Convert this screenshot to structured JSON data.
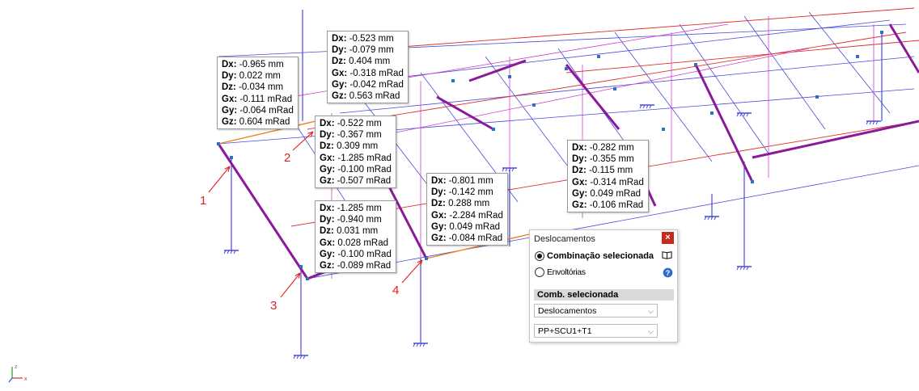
{
  "tooltips": [
    {
      "id": "t1",
      "rows": [
        [
          "Dx:",
          "-0.965 mm"
        ],
        [
          "Dy:",
          "0.022 mm"
        ],
        [
          "Dz:",
          "-0.034 mm"
        ],
        [
          "Gx:",
          "-0.111 mRad"
        ],
        [
          "Gy:",
          "-0.064 mRad"
        ],
        [
          "Gz:",
          "0.604 mRad"
        ]
      ]
    },
    {
      "id": "t2",
      "rows": [
        [
          "Dx:",
          "-0.523 mm"
        ],
        [
          "Dy:",
          "-0.079 mm"
        ],
        [
          "Dz:",
          "0.404 mm"
        ],
        [
          "Gx:",
          "-0.318 mRad"
        ],
        [
          "Gy:",
          "-0.042 mRad"
        ],
        [
          "Gz:",
          "0.563 mRad"
        ]
      ]
    },
    {
      "id": "t3",
      "rows": [
        [
          "Dx:",
          "-0.522 mm"
        ],
        [
          "Dy:",
          "-0.367 mm"
        ],
        [
          "Dz:",
          "0.309 mm"
        ],
        [
          "Gx:",
          "-1.285 mRad"
        ],
        [
          "Gy:",
          "-0.100 mRad"
        ],
        [
          "Gz:",
          "-0.507 mRad"
        ]
      ]
    },
    {
      "id": "t4",
      "rows": [
        [
          "Dx:",
          "-1.285 mm"
        ],
        [
          "Dy:",
          "-0.940 mm"
        ],
        [
          "Dz:",
          "0.031 mm"
        ],
        [
          "Gx:",
          "0.028 mRad"
        ],
        [
          "Gy:",
          "-0.100 mRad"
        ],
        [
          "Gz:",
          "-0.089 mRad"
        ]
      ]
    },
    {
      "id": "t5",
      "rows": [
        [
          "Dx:",
          "-0.801 mm"
        ],
        [
          "Dy:",
          "-0.142 mm"
        ],
        [
          "Dz:",
          "0.288 mm"
        ],
        [
          "Gx:",
          "-2.284 mRad"
        ],
        [
          "Gy:",
          "0.049 mRad"
        ],
        [
          "Gz:",
          "-0.084 mRad"
        ]
      ]
    },
    {
      "id": "t6",
      "rows": [
        [
          "Dx:",
          "-0.282 mm"
        ],
        [
          "Dy:",
          "-0.355 mm"
        ],
        [
          "Dz:",
          "-0.115 mm"
        ],
        [
          "Gx:",
          "-0.314 mRad"
        ],
        [
          "Gy:",
          "0.049 mRad"
        ],
        [
          "Gz:",
          "-0.106 mRad"
        ]
      ]
    }
  ],
  "markers": [
    "1",
    "2",
    "3",
    "4"
  ],
  "dialog": {
    "title": "Deslocamentos",
    "close": "×",
    "option_selected": "Combinação selecionada",
    "option_envelopes": "Envoltórias",
    "section_label": "Comb. selecionada",
    "select_type": "Deslocamentos",
    "select_combination": "PP+SCU1+T1"
  },
  "axis": {
    "z": "z",
    "x": "x"
  },
  "colors": {
    "frame": "#4a4adb",
    "highlight": "#8a1a9a",
    "beam_red": "#e03030",
    "beam_orange": "#f08020",
    "column_pink": "#d040d0",
    "node": "#2f6fc4",
    "label_green": "#3a9a3a",
    "marker": "#e02020"
  }
}
